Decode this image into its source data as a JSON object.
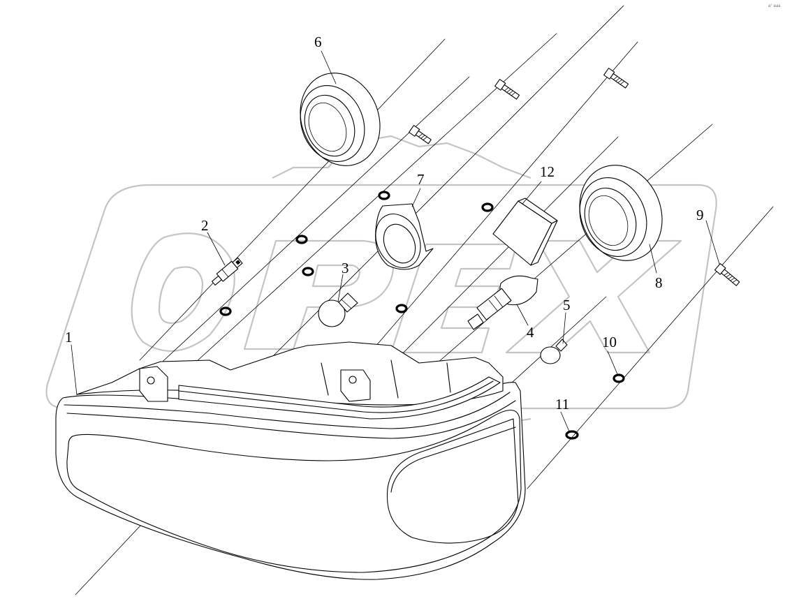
{
  "callouts": [
    {
      "id": "label-1",
      "text": "1"
    },
    {
      "id": "label-2",
      "text": "2"
    },
    {
      "id": "label-3",
      "text": "3"
    },
    {
      "id": "label-4",
      "text": "4"
    },
    {
      "id": "label-5",
      "text": "5"
    },
    {
      "id": "label-6",
      "text": "6"
    },
    {
      "id": "label-7",
      "text": "7"
    },
    {
      "id": "label-8",
      "text": "8"
    },
    {
      "id": "label-9",
      "text": "9"
    },
    {
      "id": "label-10",
      "text": "10"
    },
    {
      "id": "label-11",
      "text": "11"
    },
    {
      "id": "label-12",
      "text": "12"
    }
  ],
  "watermark": {
    "text": "OPEX",
    "color": "#c4c4c4"
  },
  "corner_mark": "a° aaa",
  "colors": {
    "line": "#000000",
    "background": "#ffffff"
  }
}
